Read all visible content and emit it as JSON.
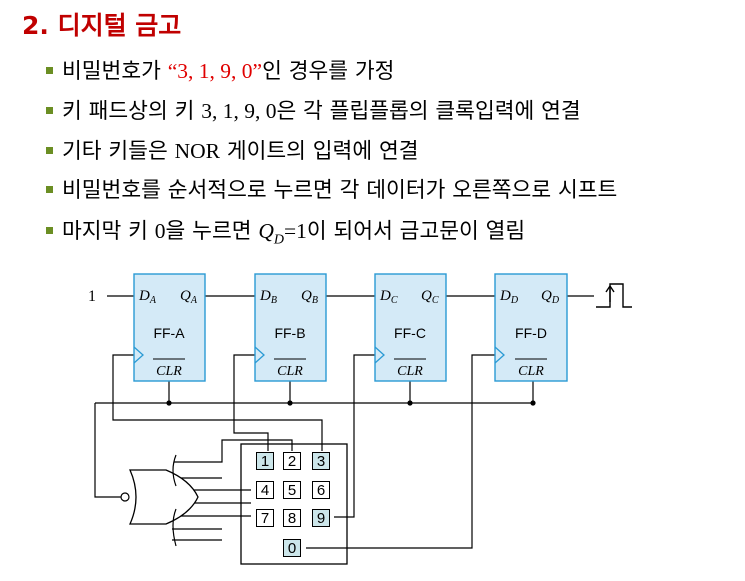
{
  "title": "2. 디지털 금고",
  "bullets": [
    {
      "pre": "비밀번호가 ",
      "q_open": "“",
      "code": "3, 1, 9, 0",
      "q_close": "”",
      "post": "인 경우를 가정"
    },
    {
      "pre": "키 패드상의 키 ",
      "nums": "3, 1, 9, 0",
      "post": "은 각 플립플롭의 클록입력에 연결"
    },
    {
      "pre": "기타 키들은 ",
      "nor": "NOR",
      "post": " 게이트의 입력에 연결"
    },
    {
      "text": "비밀번호를 순서적으로 누르면 각 데이터가 오른쪽으로 시프트"
    },
    {
      "pre": "마지막 키 ",
      "zero": "0",
      "mid": "을 누르면 ",
      "q": "Q",
      "q_sub": "D",
      "eq": "=1",
      "post": "이 되어서 금고문이 열림"
    }
  ],
  "diagram": {
    "input_label": "1",
    "flipflops": [
      {
        "name": "FF-A",
        "d": "D",
        "d_sub": "A",
        "q": "Q",
        "q_sub": "A",
        "clr": "CLR"
      },
      {
        "name": "FF-B",
        "d": "D",
        "d_sub": "B",
        "q": "Q",
        "q_sub": "B",
        "clr": "CLR"
      },
      {
        "name": "FF-C",
        "d": "D",
        "d_sub": "C",
        "q": "Q",
        "q_sub": "C",
        "clr": "CLR"
      },
      {
        "name": "FF-D",
        "d": "D",
        "d_sub": "D",
        "q": "Q",
        "q_sub": "D",
        "clr": "CLR"
      }
    ],
    "keys": [
      "1",
      "2",
      "3",
      "4",
      "5",
      "6",
      "7",
      "8",
      "9",
      "0"
    ]
  },
  "colors": {
    "title": "#c00000",
    "accent": "#e00000",
    "bullet": "#6b8e23",
    "ff_fill": "#d4eaf7",
    "ff_stroke": "#2a9ad4",
    "key_fill": "#cce6ea"
  }
}
